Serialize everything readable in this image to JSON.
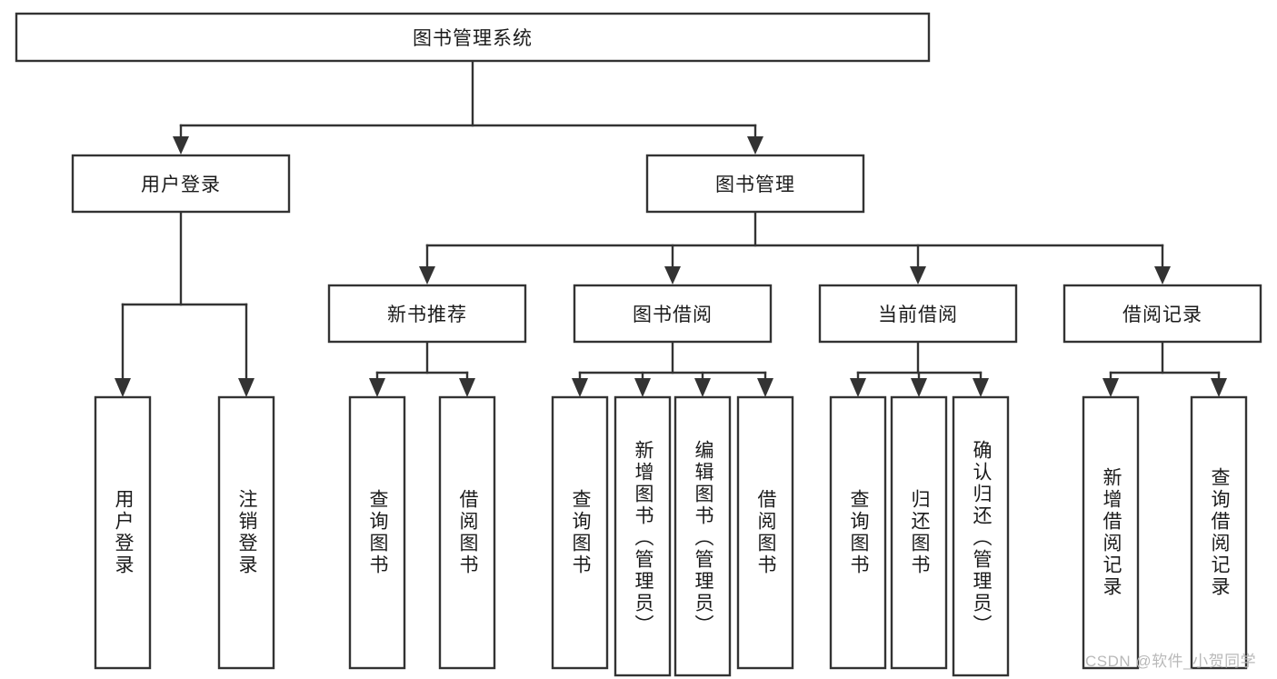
{
  "diagram": {
    "type": "tree",
    "title": "图书管理系统",
    "levels": {
      "root": {
        "label": "图书管理系统"
      },
      "level2": [
        {
          "id": "user-login",
          "label": "用户登录"
        },
        {
          "id": "book-management",
          "label": "图书管理"
        }
      ],
      "level3": [
        {
          "id": "new-book-recommend",
          "label": "新书推荐",
          "parent": "book-management"
        },
        {
          "id": "book-borrow",
          "label": "图书借阅",
          "parent": "book-management"
        },
        {
          "id": "current-borrow",
          "label": "当前借阅",
          "parent": "book-management"
        },
        {
          "id": "borrow-record",
          "label": "借阅记录",
          "parent": "book-management"
        }
      ],
      "leaves": [
        {
          "id": "leaf-user-login",
          "label": "用户登录",
          "parent": "user-login"
        },
        {
          "id": "leaf-logout-login",
          "label": "注销登录",
          "parent": "user-login"
        },
        {
          "id": "leaf-query-book-1",
          "label": "查询图书",
          "parent": "new-book-recommend"
        },
        {
          "id": "leaf-borrow-book-1",
          "label": "借阅图书",
          "parent": "new-book-recommend"
        },
        {
          "id": "leaf-query-book-2",
          "label": "查询图书",
          "parent": "book-borrow"
        },
        {
          "id": "leaf-add-book",
          "label": "新增图书（管理员）",
          "parent": "book-borrow"
        },
        {
          "id": "leaf-edit-book",
          "label": "编辑图书（管理员）",
          "parent": "book-borrow"
        },
        {
          "id": "leaf-borrow-book-2",
          "label": "借阅图书",
          "parent": "book-borrow"
        },
        {
          "id": "leaf-query-book-3",
          "label": "查询图书",
          "parent": "current-borrow"
        },
        {
          "id": "leaf-return-book",
          "label": "归还图书",
          "parent": "current-borrow"
        },
        {
          "id": "leaf-confirm-return",
          "label": "确认归还（管理员）",
          "parent": "current-borrow"
        },
        {
          "id": "leaf-add-record",
          "label": "新增借阅记录",
          "parent": "borrow-record"
        },
        {
          "id": "leaf-query-record",
          "label": "查询借阅记录",
          "parent": "borrow-record"
        }
      ]
    },
    "colors": {
      "stroke": "#333333",
      "fill": "#ffffff",
      "text": "#1b1b1b",
      "watermark": "#b9b9b9"
    }
  },
  "watermark": {
    "text": "CSDN @软件_小贺同学"
  }
}
